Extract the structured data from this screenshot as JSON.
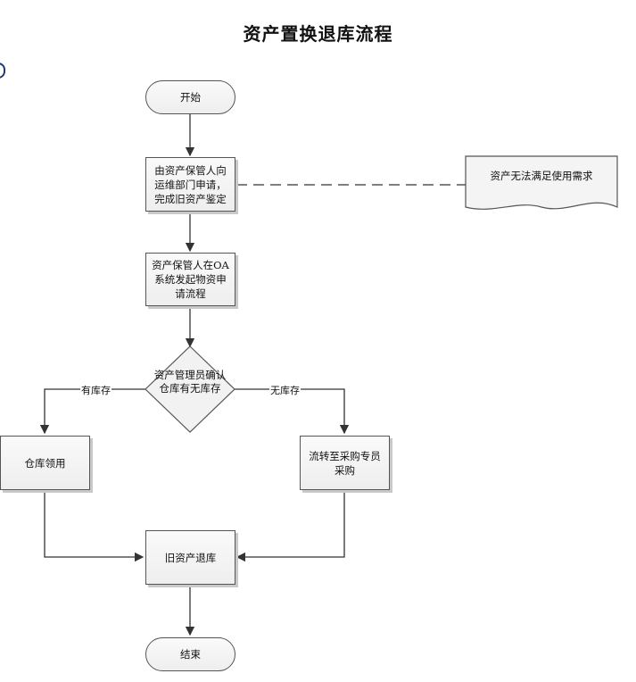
{
  "title": "资产置换退库流程",
  "nodes": {
    "start": "开始",
    "apply": "由资产保管人向运维部门申请，完成旧资产鉴定",
    "oa": "资产保管人在OA系统发起物资申请流程",
    "decision": "资产管理员确认仓库有无库存",
    "warehouse": "仓库领用",
    "purchase": "流转至采购专员采购",
    "return": "旧资产退库",
    "end": "结束",
    "document": "资产无法满足使用需求"
  },
  "edges": {
    "has_stock": "有库存",
    "no_stock": "无库存"
  }
}
